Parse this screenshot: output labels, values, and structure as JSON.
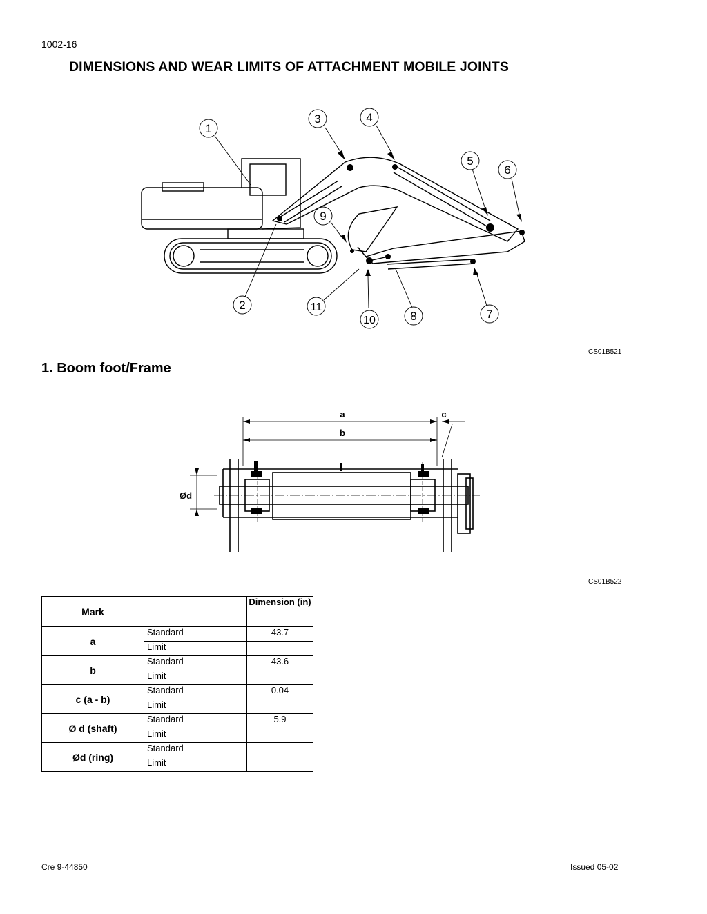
{
  "header": {
    "page_number": "1002-16",
    "title": "DIMENSIONS AND WEAR LIMITS OF ATTACHMENT MOBILE JOINTS"
  },
  "figure1": {
    "callouts": [
      "1",
      "2",
      "3",
      "4",
      "5",
      "6",
      "7",
      "8",
      "9",
      "10",
      "11"
    ],
    "code": "CS01B521"
  },
  "section": {
    "title": "1. Boom foot/Frame"
  },
  "figure2": {
    "labels": {
      "a": "a",
      "b": "b",
      "c": "c",
      "d": "Ød"
    },
    "code": "CS01B522"
  },
  "table": {
    "header": {
      "mark": "Mark",
      "dimension": "Dimension (in)"
    },
    "rows": [
      {
        "mark": "a",
        "standard_label": "Standard",
        "standard": "43.7",
        "limit_label": "Limit",
        "limit": ""
      },
      {
        "mark": "b",
        "standard_label": "Standard",
        "standard": "43.6",
        "limit_label": "Limit",
        "limit": ""
      },
      {
        "mark": "c (a - b)",
        "standard_label": "Standard",
        "standard": "0.04",
        "limit_label": "Limit",
        "limit": ""
      },
      {
        "mark": "Ø d (shaft)",
        "standard_label": "Standard",
        "standard": "5.9",
        "limit_label": "Limit",
        "limit": ""
      },
      {
        "mark": "Ød (ring)",
        "standard_label": "Standard",
        "standard": "",
        "limit_label": "Limit",
        "limit": ""
      }
    ]
  },
  "footer": {
    "left": "Cre  9-44850",
    "right": "Issued 05-02"
  }
}
